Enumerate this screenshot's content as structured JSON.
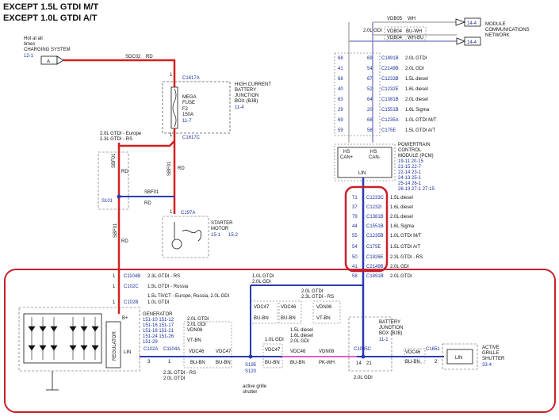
{
  "header": {
    "line1": "EXCEPT 1.5L GTDI M/T",
    "line2": "EXCEPT 1.0L GTDI A/T"
  },
  "hot_note": {
    "line1": "Hot at all",
    "line2": "times",
    "line3": "CHARGING SYSTEM",
    "ref": "12-1",
    "connector": "A"
  },
  "wires": {
    "sdc02": "SDC02",
    "rd": "RD",
    "sbf01": "SBF01",
    "s101": "S101",
    "s195": "S195",
    "s120": "S120",
    "vdb05": "VDB05",
    "wh": "WH",
    "vdb04_buwh": "VDB04",
    "buwh": "BU-WH",
    "vdb04_whbu": "VDB04",
    "whbu": "WH-BU",
    "gdi20": "2.0L GDI",
    "vdc47": "VDC47",
    "vdc46": "VDC46",
    "vdn08": "VDN08",
    "buBn": "BU-BN",
    "vtBn": "VT-BN",
    "pkWh": "PK-WH"
  },
  "fuse_box": {
    "title1": "HIGH CURRENT",
    "title2": "BATTERY",
    "title3": "JUNCTION",
    "title4": "BOX (BJB)",
    "ref": "11-4",
    "mega": "MEGA",
    "fuse": "FUSE",
    "f2": "F2",
    "amps": "150A",
    "page": "11-7",
    "c_top": "C1617A",
    "c_bot": "C1617C",
    "pin_top": "1",
    "pin_bot": "1"
  },
  "starter": {
    "label1": "STARTER",
    "label2": "MOTOR",
    "ref1": "15-1",
    "ref2": "15-2",
    "conn": "C197A",
    "pin": "1",
    "note1": "2.0L GTDI - Europe",
    "note2": "2.3L GTDI - RS"
  },
  "module_net": {
    "line1": "MODULE",
    "line2": "COMMUNICATIONS",
    "line3": "NETWORK",
    "ref": "14-4"
  },
  "pcm_conns": [
    {
      "a": "68",
      "b": "69",
      "c": "C1891B",
      "d": "2.0L GTDI"
    },
    {
      "a": "41",
      "b": "54",
      "c": "C2149B",
      "d": "2.0L GDI"
    },
    {
      "a": "68",
      "b": "67",
      "c": "C1233B",
      "d": "1.5L diesel"
    },
    {
      "a": "40",
      "b": "52",
      "c": "C1232E",
      "d": "1.6L diesel"
    },
    {
      "a": "63",
      "b": "64",
      "c": "C1381B",
      "d": "2.0L diesel"
    },
    {
      "a": "29",
      "b": "20",
      "c": "C1551B",
      "d": "1.6L Sigma"
    },
    {
      "a": "69",
      "b": "68",
      "c": "C1235A",
      "d": "1.0L GTDI M/T"
    },
    {
      "a": "59",
      "b": "58",
      "c": "C175E",
      "d": "1.5L GTDI A/T"
    }
  ],
  "pcm": {
    "title1": "POWERTRAIN",
    "title2": "CONTROL",
    "title3": "MODULE (PCM)",
    "refs": [
      "19-11  20-15",
      "21-15  22-7",
      "22-14  23-1",
      "24-13  25-1",
      "25-14  26-1",
      "26-13  27-1    27-15"
    ],
    "hs1": "HS",
    "can1": "CAN+",
    "hs2": "HS",
    "can2": "CAN-",
    "lin": "LIN"
  },
  "lin_conns": [
    {
      "a": "71",
      "c": "C1233C",
      "d": "1.5L diesel"
    },
    {
      "a": "37",
      "c": "C1232I",
      "d": "1.6L diesel"
    },
    {
      "a": "79",
      "c": "C1381B",
      "d": "2.0L diesel"
    },
    {
      "a": "44",
      "c": "C1551B",
      "d": "1.6L Sigma"
    },
    {
      "a": "55",
      "c": "C1235B",
      "d": "1.0L GTDI M/T"
    },
    {
      "a": "54",
      "c": "C175E",
      "d": "1.5L GTDI A/T"
    },
    {
      "a": "50",
      "c": "C1926E",
      "d": "2.3L GTDI - RS"
    },
    {
      "a": "41",
      "c": "C2149B",
      "d": "2.0L GDI"
    },
    {
      "a": "58",
      "c": "C1891B",
      "d": "2.0L GTDI"
    }
  ],
  "lower_left_conns": [
    {
      "pin": "1",
      "conn": "C1104B",
      "desc": "2.3L GTDI - RS"
    },
    {
      "pin": "1",
      "conn": "C102C",
      "desc": "1.5L GTDI - Russia"
    },
    {
      "pin": "",
      "conn": "",
      "desc": "1.5L TiVCT - Europe, Russia, 2.0L GDI"
    },
    {
      "pin": "1",
      "conn": "C102B",
      "desc": "1.0L GTDI"
    }
  ],
  "generator": {
    "label": "GENERATOR",
    "refs": [
      "151-10  151-12",
      "151-16  151-17",
      "151-18  151-21",
      "151-24  151-26",
      "151-29"
    ],
    "bplus": "B+",
    "regulator": "REGULATOR",
    "lin": "LIN",
    "c102a": "C102A",
    "c1104a": "C1104A",
    "pin3": "3",
    "pin1": "1",
    "note1": "2.3L GTDI - RS",
    "note2": "2.0L GTDI"
  },
  "mid_labels": {
    "gdi_a": "1.0L GTDI",
    "gdi_b": "2.0L GDI",
    "gtdi20a": "2.0L GTDI",
    "gtdi23": "2.3L GTDI - RS",
    "gtdi20b": "2.0L GTDI",
    "gdi20c": "2.0L GDI",
    "gdi10": "1.0L GDI",
    "diesel15": "1.5L diesel",
    "diesel16": "1.6L diesel",
    "gdi20d": "2.0L GDI",
    "gdi20e": "2.0L GDI",
    "agsnote1": "active grille",
    "agsnote2": "shutter"
  },
  "battery_jb": {
    "title1": "BATTERY",
    "title2": "JUNCTION",
    "title3": "BOX (BJB)",
    "ref": "11-1",
    "conn": "C1035C",
    "pin14": "14",
    "pin21": "21",
    "note": "2.0L GDI"
  },
  "ags": {
    "title1": "ACTIVE",
    "title2": "GRILLE",
    "title3": "SHUTTER",
    "ref": "33-4",
    "conn": "C1651",
    "pin": "2",
    "lin": "LIN",
    "wire": "VDC46",
    "color": "BU-BN"
  },
  "colors": {
    "red_wire": "#d42020",
    "blue_wire": "#2a3bb5",
    "highlight": "#c7202b",
    "pink_wire": "#e060c0"
  }
}
